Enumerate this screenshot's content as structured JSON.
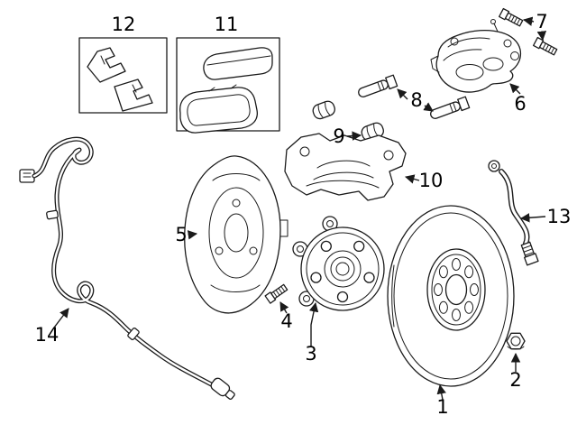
{
  "page": {
    "background": "#ffffff",
    "line_color": "#1a1a1a"
  },
  "callouts": [
    {
      "label": "1",
      "part": "brake-rotor"
    },
    {
      "label": "2",
      "part": "hub-nut"
    },
    {
      "label": "3",
      "part": "hub-bearing-assembly"
    },
    {
      "label": "4",
      "part": "hub-bolt"
    },
    {
      "label": "5",
      "part": "splash-shield"
    },
    {
      "label": "6",
      "part": "brake-caliper"
    },
    {
      "label": "7",
      "part": "caliper-bolts"
    },
    {
      "label": "8",
      "part": "guide-pins"
    },
    {
      "label": "9",
      "part": "guide-pin-boots"
    },
    {
      "label": "10",
      "part": "caliper-bracket"
    },
    {
      "label": "11",
      "part": "brake-pad-kit"
    },
    {
      "label": "12",
      "part": "pad-retainer-clips"
    },
    {
      "label": "13",
      "part": "brake-hose"
    },
    {
      "label": "14",
      "part": "abs-wheel-speed-sensor"
    }
  ]
}
